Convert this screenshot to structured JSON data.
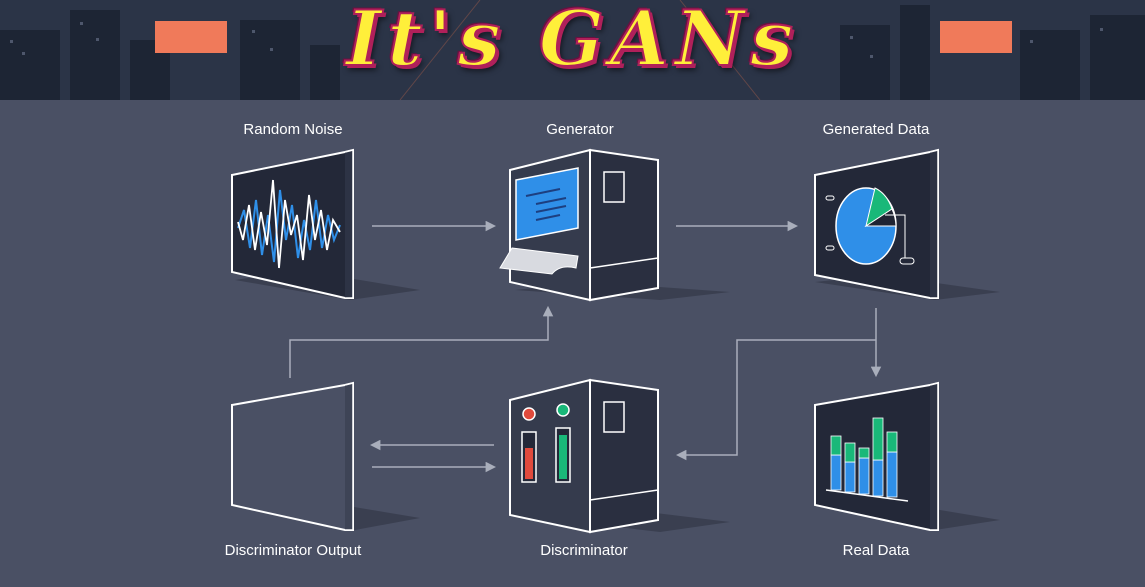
{
  "banner": {
    "title": "It's GANs"
  },
  "nodes": {
    "random_noise": {
      "label": "Random Noise"
    },
    "generator": {
      "label": "Generator"
    },
    "generated_data": {
      "label": "Generated Data"
    },
    "discriminator_output": {
      "label": "Discriminator Output"
    },
    "discriminator": {
      "label": "Discriminator"
    },
    "real_data": {
      "label": "Real Data"
    }
  },
  "colors": {
    "background": "#4a5064",
    "accent_blue": "#2f8fe8",
    "accent_green": "#19b879",
    "accent_red": "#e04a3c",
    "banner_rect": "#f07a5a",
    "title_fill": "#ffef3a",
    "title_outline": "#b0205a"
  }
}
